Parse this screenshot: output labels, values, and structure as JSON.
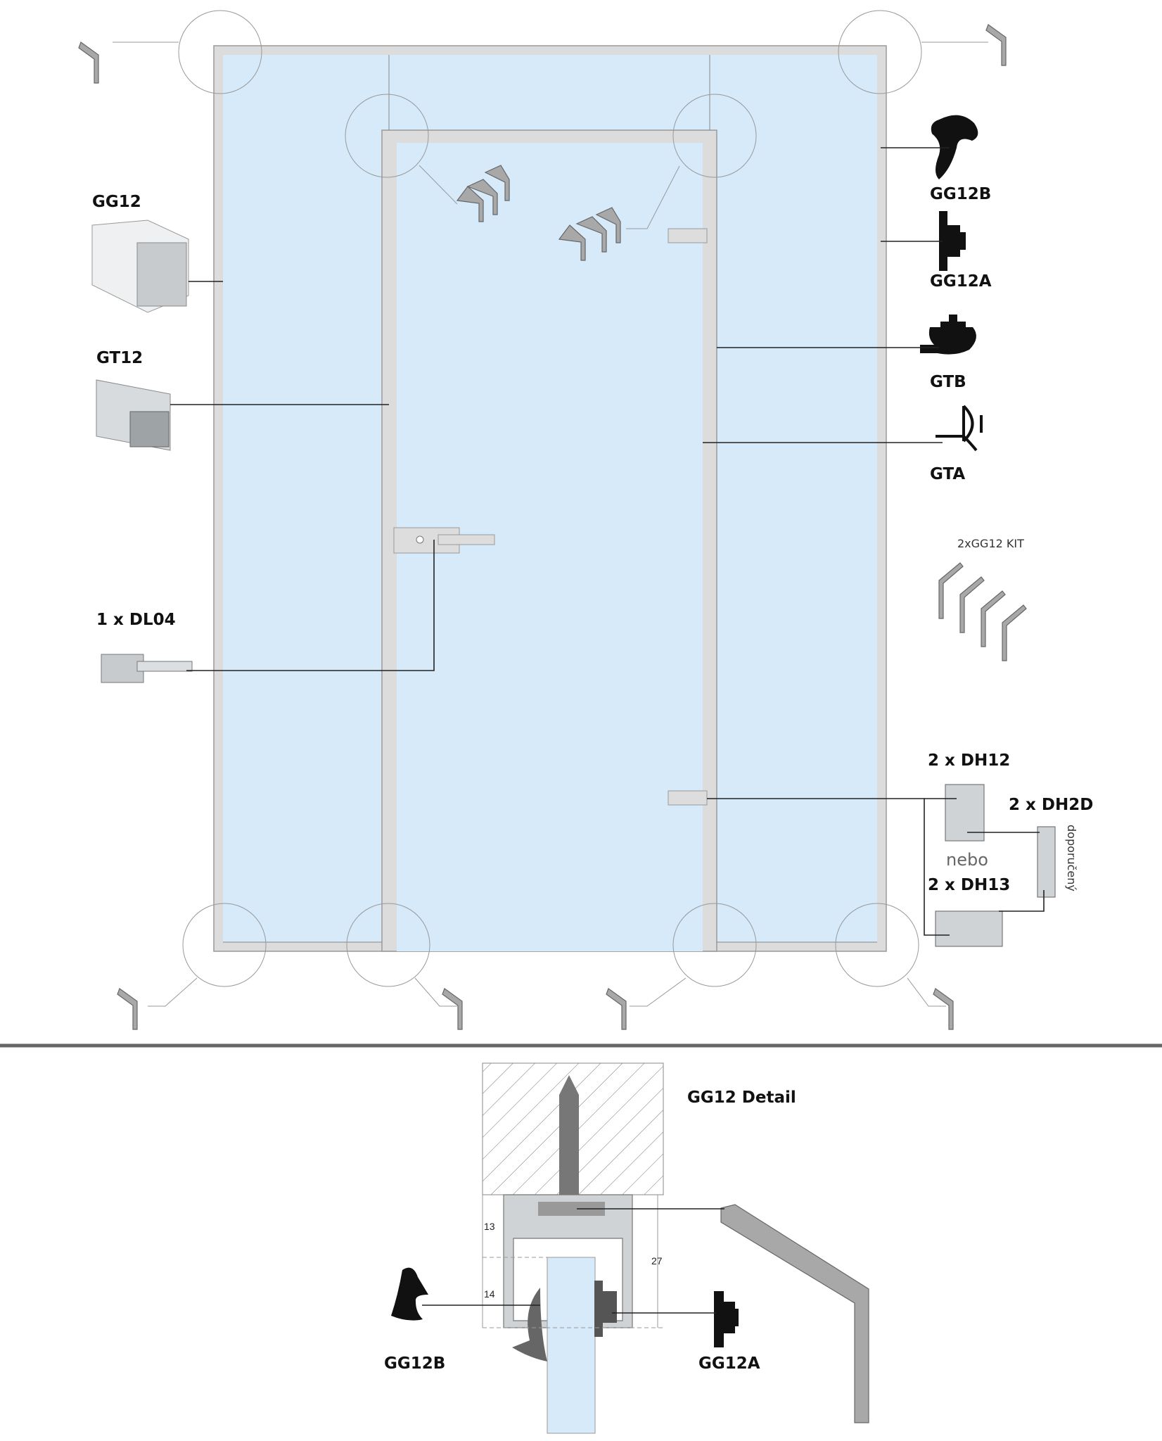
{
  "left_parts": {
    "gg12": "GG12",
    "gt12": "GT12",
    "dl04": "1 x DL04"
  },
  "right_parts": {
    "gg12b": "GG12B",
    "gg12a": "GG12A",
    "gtb": "GTB",
    "gta": "GTA",
    "kit": "2xGG12 KIT",
    "dh12": "2 x DH12",
    "dh2d": "2 x DH2D",
    "nebo": "nebo",
    "dh13": "2 x DH13",
    "recommended": "doporučený"
  },
  "detail": {
    "title": "GG12 Detail",
    "dim_13": "13",
    "dim_14": "14",
    "dim_27": "27",
    "gg12b": "GG12B",
    "gg12a": "GG12A"
  },
  "colors": {
    "glass": "#d6eafa",
    "frame": "#dcdcdc",
    "separator": "#666666"
  }
}
